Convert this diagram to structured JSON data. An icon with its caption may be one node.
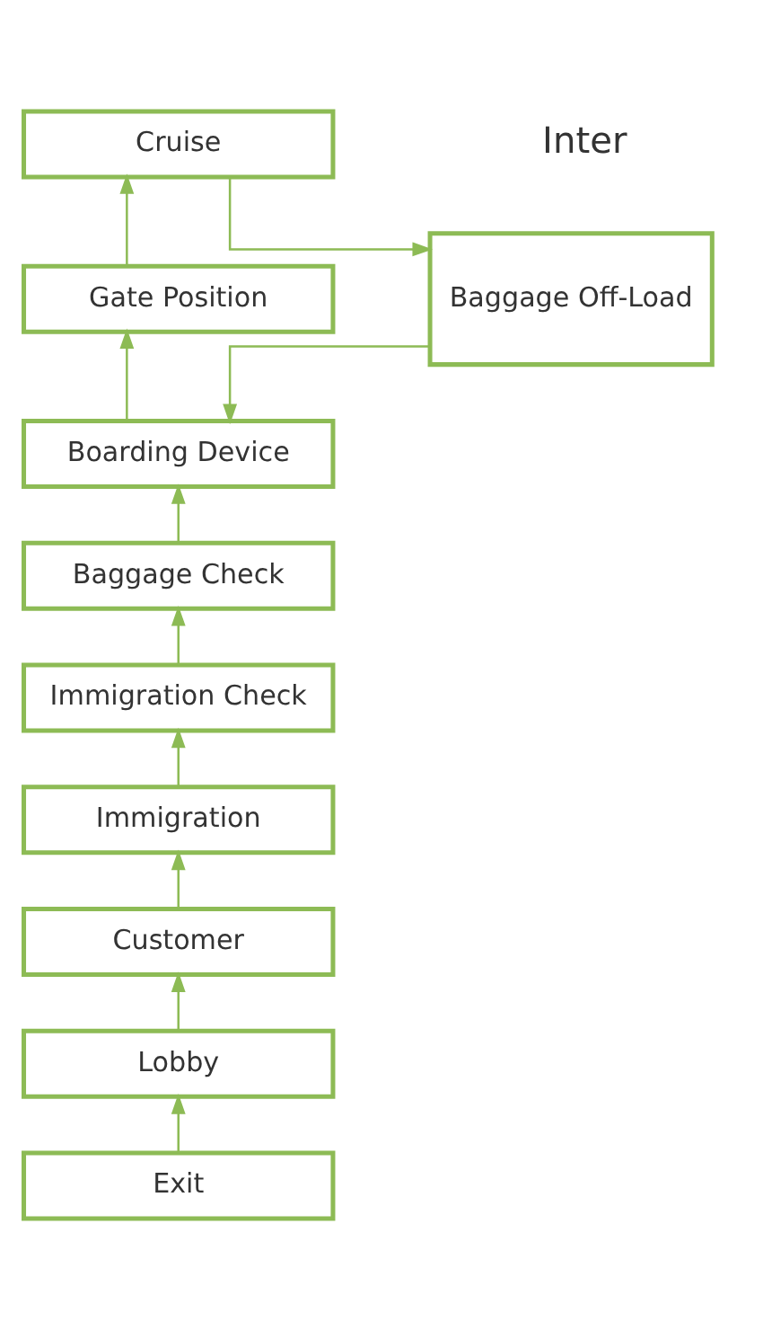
{
  "diagram": {
    "nodes": [
      {
        "text": [
          "Cruise"
        ]
      },
      {
        "text": [
          "Gate Position"
        ]
      },
      {
        "text": [
          "Boarding Device"
        ]
      },
      {
        "text": [
          "Baggage Check"
        ]
      },
      {
        "text": [
          "Immigration Check"
        ]
      },
      {
        "text": [
          "Immigration"
        ]
      },
      {
        "text": [
          "Customer"
        ]
      },
      {
        "text": [
          "Lobby"
        ]
      },
      {
        "text": [
          "Exit"
        ]
      },
      {
        "text": [
          "Baggage Off-Load"
        ]
      }
    ],
    "edges": [
      {
        "from": 8,
        "to": 7,
        "arrow": "to"
      },
      {
        "from": 7,
        "to": 6,
        "arrow": "to"
      },
      {
        "from": 6,
        "to": 5,
        "arrow": "to"
      },
      {
        "from": 5,
        "to": 4,
        "arrow": "to"
      },
      {
        "from": 4,
        "to": 3,
        "arrow": "to"
      },
      {
        "from": 3,
        "to": 2,
        "arrow": "to"
      },
      {
        "from": 2,
        "to": 1,
        "arrow": "to"
      },
      {
        "from": 1,
        "to": 0,
        "arrow": "to"
      },
      {
        "from": 0,
        "to": 9,
        "arrow": "to"
      },
      {
        "from": 9,
        "to": 2,
        "arrow": "to"
      }
    ],
    "labels": [
      "Inter"
    ]
  }
}
